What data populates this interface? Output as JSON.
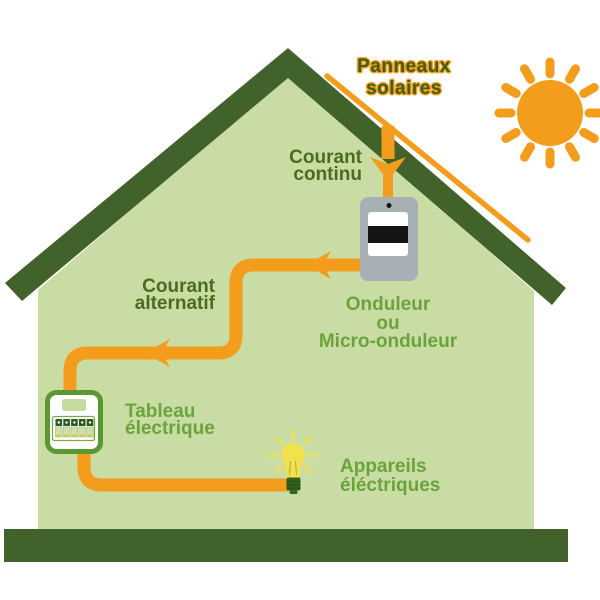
{
  "labels": {
    "panneaux_solaires": {
      "line1": "Panneaux",
      "line2": "solaires"
    },
    "courant_continu": {
      "line1": "Courant",
      "line2": "continu"
    },
    "onduleur": {
      "line1": "Onduleur",
      "line2": "ou",
      "line3": "Micro-onduleur"
    },
    "courant_alternatif": {
      "line1": "Courant",
      "line2": "alternatif"
    },
    "tableau_electrique": {
      "line1": "Tableau",
      "line2": "électrique"
    },
    "appareils_electriques": {
      "line1": "Appareils",
      "line2": "éléctriques"
    }
  },
  "icons": {
    "sun": "sun-icon",
    "house": "house-icon",
    "solar_panel": "solar-panel-line-icon",
    "dc_arrow": "dc-flow-arrow-icon",
    "inverter": "inverter-icon",
    "ac_pipe": "ac-flow-pipe-icon",
    "breaker_panel": "breaker-panel-icon",
    "light_bulb": "light-bulb-icon"
  },
  "colors": {
    "orange": "#f49c1c",
    "roof_green": "#41622a",
    "wall_green": "#c9dca3",
    "label_dark_green": "#4a6c20",
    "label_light_green": "#6ba33c",
    "panneaux_text_green": "#3d5d19",
    "panel_border_green": "#5b9733",
    "device_gray": "#a7b1b5",
    "bulb_yellow": "#f2e14e",
    "screen_black": "#141414"
  }
}
